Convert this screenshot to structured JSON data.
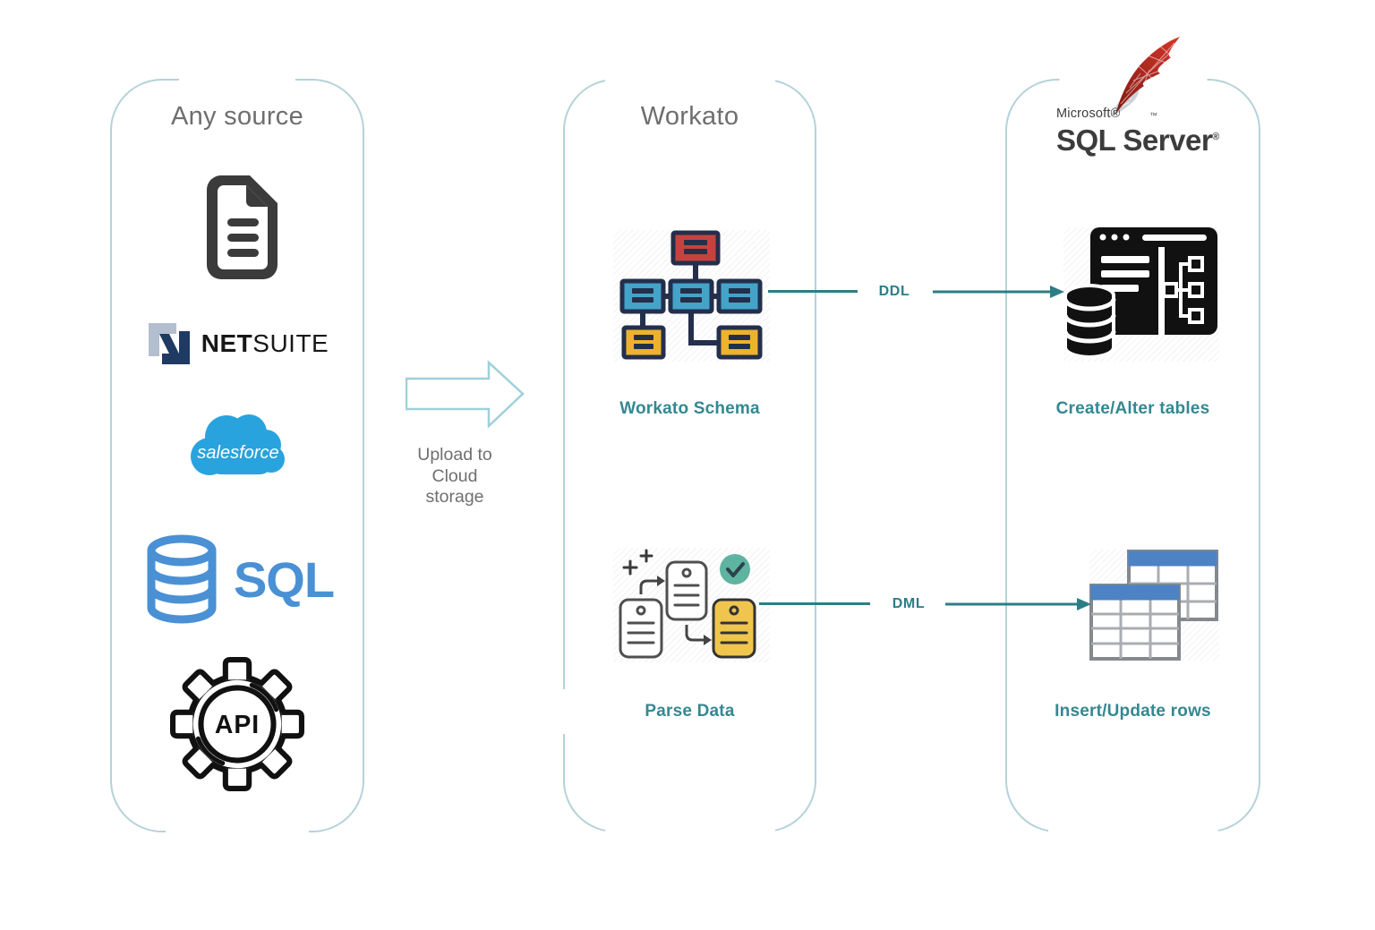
{
  "colors": {
    "panel_border": "#b5d2da",
    "title_gray": "#6e6e6e",
    "teal_label": "#348891",
    "arrow_teal": "#2d7d85",
    "upload_arrow_outline": "#9fd0da",
    "salesforce_blue": "#29a3dd",
    "sql_blue": "#4a90d5",
    "netsuite_navy": "#1f3a63",
    "netsuite_slate": "#b3bfd0",
    "schema_red": "#c5433e",
    "schema_blue": "#44a3c8",
    "schema_yellow": "#eeb32c",
    "schema_navy": "#242f4b",
    "parse_yellow": "#f0c54e",
    "check_teal": "#5fb3a1",
    "table_header_blue": "#4d82c4",
    "sqlserver_red": "#b02a20",
    "icon_black": "#111111"
  },
  "panels": {
    "source": {
      "title": "Any source",
      "items": [
        {
          "icon": "document-icon"
        },
        {
          "icon": "netsuite-logo",
          "text_bold": "NET",
          "text_light": "SUITE"
        },
        {
          "icon": "salesforce-cloud-logo",
          "text": "salesforce"
        },
        {
          "icon": "sql-database-logo",
          "text": "SQL"
        },
        {
          "icon": "api-gear-icon",
          "text": "API"
        }
      ]
    },
    "workato": {
      "title": "Workato",
      "steps": [
        {
          "icon": "workato-schema-icon",
          "label": "Workato Schema"
        },
        {
          "icon": "parse-data-icon",
          "label": "Parse Data"
        }
      ]
    },
    "sqlserver": {
      "logo": {
        "icon": "sql-server-swoosh-icon",
        "microsoft": "Microsoft®",
        "product": "SQL Server",
        "registered": "®",
        "trademark": "™"
      },
      "steps": [
        {
          "icon": "create-alter-tables-icon",
          "label": "Create/Alter tables"
        },
        {
          "icon": "insert-update-rows-icon",
          "label": "Insert/Update rows"
        }
      ]
    }
  },
  "connectors": {
    "upload": {
      "label": "Upload to\nCloud\nstorage"
    },
    "ddl": {
      "label": "DDL"
    },
    "dml": {
      "label": "DML"
    }
  }
}
